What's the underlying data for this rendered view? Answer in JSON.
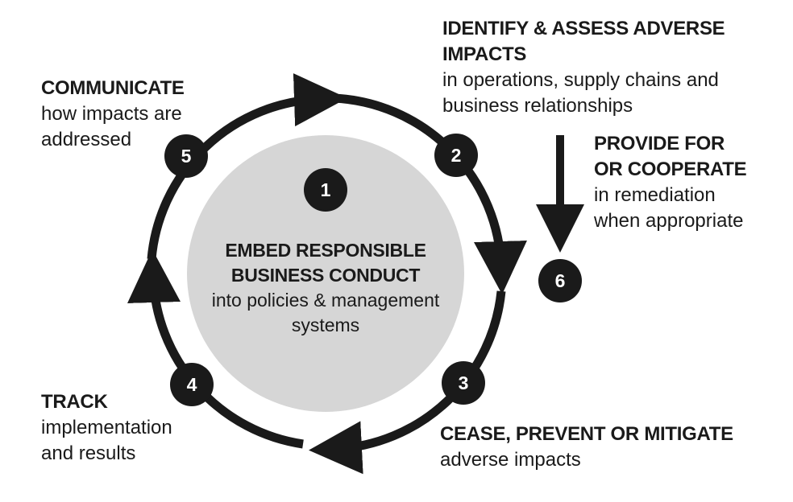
{
  "steps": [
    {
      "num": "1",
      "title_lines": [
        "EMBED RESPONSIBLE",
        "BUSINESS CONDUCT"
      ],
      "desc_lines": [
        "into policies & management",
        "systems"
      ]
    },
    {
      "num": "2",
      "title_lines": [
        "IDENTIFY & ASSESS ADVERSE",
        "IMPACTS"
      ],
      "desc_lines": [
        "in operations, supply chains and",
        "business relationships"
      ]
    },
    {
      "num": "3",
      "title_lines": [
        "CEASE, PREVENT OR MITIGATE"
      ],
      "desc_lines": [
        "adverse impacts"
      ]
    },
    {
      "num": "4",
      "title_lines": [
        "TRACK"
      ],
      "desc_lines": [
        "implementation",
        "and results"
      ]
    },
    {
      "num": "5",
      "title_lines": [
        "COMMUNICATE"
      ],
      "desc_lines": [
        "how impacts are",
        "addressed"
      ]
    },
    {
      "num": "6",
      "title_lines": [
        "PROVIDE FOR",
        "OR COOPERATE"
      ],
      "desc_lines": [
        "in remediation",
        "when appropriate"
      ]
    }
  ],
  "colors": {
    "ink": "#1a1a1a",
    "circle_fill": "#d6d6d6",
    "badge_text": "#ffffff"
  }
}
